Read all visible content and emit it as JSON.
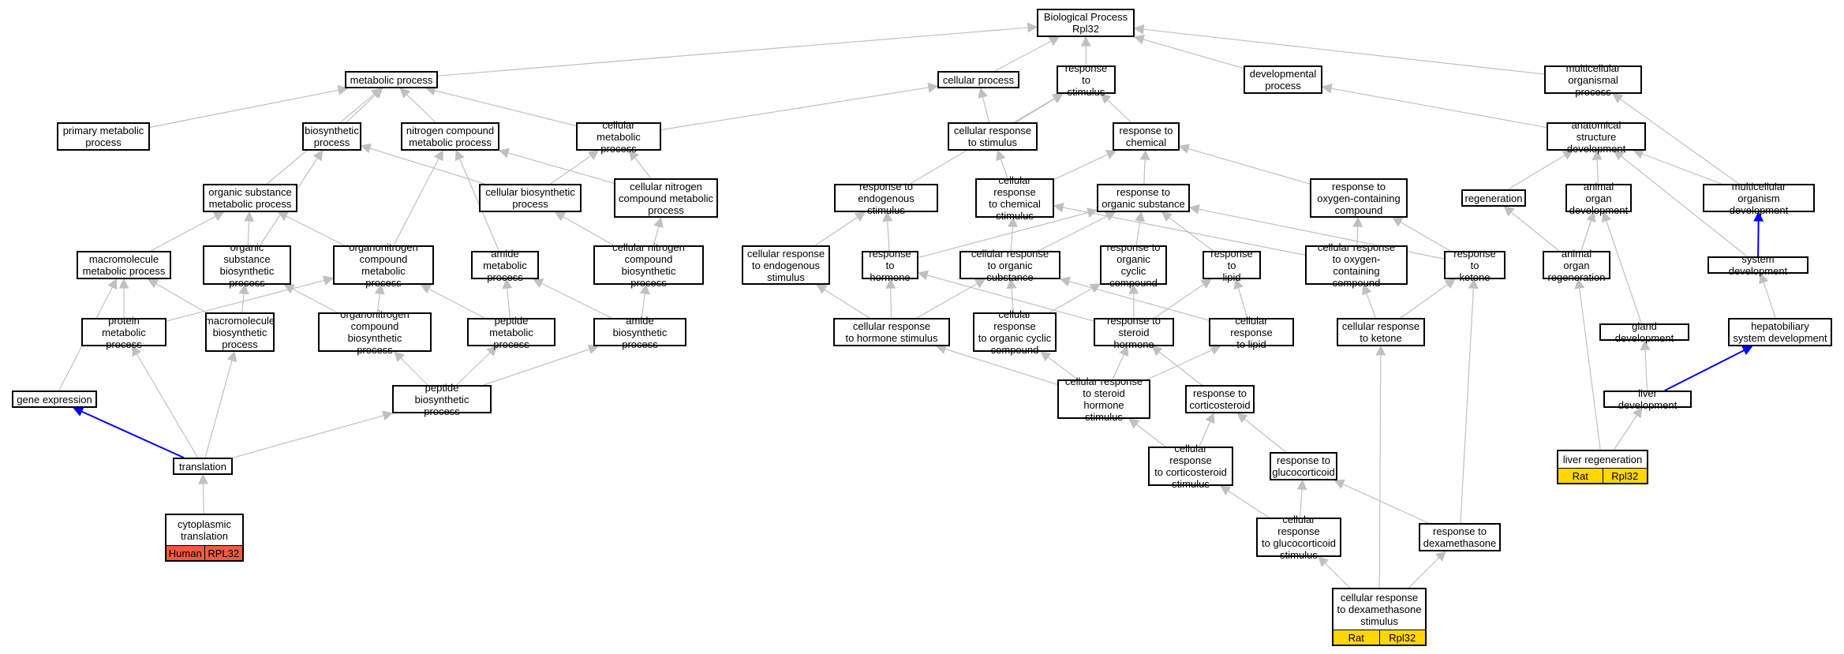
{
  "colors": {
    "edge": "#c0c0c0",
    "highlight_edge": "#0000ff",
    "human": "#f15a40",
    "rat": "#ffd700"
  },
  "nodes": [
    {
      "id": "bp",
      "label": "Biological Process\nRpl32"
    },
    {
      "id": "metabolic",
      "label": "metabolic process"
    },
    {
      "id": "cellproc",
      "label": "cellular process"
    },
    {
      "id": "respstim",
      "label": "response to\nstimulus"
    },
    {
      "id": "devproc",
      "label": "developmental\nprocess"
    },
    {
      "id": "multiorg",
      "label": "multicellular\norganismal process"
    },
    {
      "id": "primmet",
      "label": "primary metabolic\nprocess"
    },
    {
      "id": "biosyn",
      "label": "biosynthetic\nprocess"
    },
    {
      "id": "ncmet",
      "label": "nitrogen compound\nmetabolic process"
    },
    {
      "id": "cellmet",
      "label": "cellular metabolic\nprocess"
    },
    {
      "id": "crstim",
      "label": "cellular response\nto stimulus"
    },
    {
      "id": "rchem",
      "label": "response to\nchemical"
    },
    {
      "id": "asdev",
      "label": "anatomical structure\ndevelopment"
    },
    {
      "id": "osmet",
      "label": "organic substance\nmetabolic process"
    },
    {
      "id": "cbiosyn",
      "label": "cellular biosynthetic\nprocess"
    },
    {
      "id": "cncmet",
      "label": "cellular nitrogen\ncompound metabolic\nprocess"
    },
    {
      "id": "rendo",
      "label": "response to\nendogenous stimulus"
    },
    {
      "id": "crchem",
      "label": "cellular response\nto chemical\nstimulus"
    },
    {
      "id": "rorg",
      "label": "response to\norganic substance"
    },
    {
      "id": "roxy",
      "label": "response to\noxygen-containing\ncompound"
    },
    {
      "id": "regen",
      "label": "regeneration"
    },
    {
      "id": "aodev",
      "label": "animal organ\ndevelopment"
    },
    {
      "id": "mcodev",
      "label": "multicellular\norganism development"
    },
    {
      "id": "macromet",
      "label": "macromolecule\nmetabolic process"
    },
    {
      "id": "osbiosyn",
      "label": "organic substance\nbiosynthetic\nprocess"
    },
    {
      "id": "onmet",
      "label": "organonitrogen\ncompound metabolic\nprocess"
    },
    {
      "id": "amidemet",
      "label": "amide metabolic\nprocess"
    },
    {
      "id": "cncbio",
      "label": "cellular nitrogen\ncompound biosynthetic\nprocess"
    },
    {
      "id": "crendo",
      "label": "cellular response\nto endogenous\nstimulus"
    },
    {
      "id": "rhorm",
      "label": "response to\nhormone"
    },
    {
      "id": "crorg",
      "label": "cellular response\nto organic substance"
    },
    {
      "id": "rocc",
      "label": "response to\norganic cyclic\ncompound"
    },
    {
      "id": "rlipid",
      "label": "response to\nlipid"
    },
    {
      "id": "croxy",
      "label": "cellular response\nto oxygen-containing\ncompound"
    },
    {
      "id": "rketone",
      "label": "response to\nketone"
    },
    {
      "id": "aoregen",
      "label": "animal organ\nregeneration"
    },
    {
      "id": "sysdev",
      "label": "system development"
    },
    {
      "id": "protmet",
      "label": "protein metabolic\nprocess"
    },
    {
      "id": "macrobio",
      "label": "macromolecule\nbiosynthetic\nprocess"
    },
    {
      "id": "onbio",
      "label": "organonitrogen\ncompound biosynthetic\nprocess"
    },
    {
      "id": "pepmet",
      "label": "peptide metabolic\nprocess"
    },
    {
      "id": "amidebio",
      "label": "amide biosynthetic\nprocess"
    },
    {
      "id": "crhorm",
      "label": "cellular response\nto hormone stimulus"
    },
    {
      "id": "crocc",
      "label": "cellular response\nto organic cyclic\ncompound"
    },
    {
      "id": "rster",
      "label": "response to\nsteroid hormone"
    },
    {
      "id": "crlipid",
      "label": "cellular response\nto lipid"
    },
    {
      "id": "crketone",
      "label": "cellular response\nto ketone"
    },
    {
      "id": "glanddev",
      "label": "gland development"
    },
    {
      "id": "hepdev",
      "label": "hepatobiliary\nsystem development"
    },
    {
      "id": "geneexp",
      "label": "gene expression"
    },
    {
      "id": "pepbio",
      "label": "peptide biosynthetic\nprocess"
    },
    {
      "id": "crster",
      "label": "cellular response\nto steroid hormone\nstimulus"
    },
    {
      "id": "rcort",
      "label": "response to\ncorticosteroid"
    },
    {
      "id": "liverdev",
      "label": "liver development"
    },
    {
      "id": "crcort",
      "label": "cellular response\nto corticosteroid\nstimulus"
    },
    {
      "id": "rgluco",
      "label": "response to\nglucocorticoid"
    },
    {
      "id": "liverregen",
      "label": "liver regeneration",
      "tags": [
        {
          "text": "Rat",
          "color": "#ffd700"
        },
        {
          "text": "Rpl32",
          "color": "#ffd700"
        }
      ]
    },
    {
      "id": "transl",
      "label": "translation"
    },
    {
      "id": "crgluco",
      "label": "cellular response\nto glucocorticoid\nstimulus"
    },
    {
      "id": "rdex",
      "label": "response to\ndexamethasone"
    },
    {
      "id": "cyto",
      "label": "cytoplasmic\ntranslation",
      "tags": [
        {
          "text": "Human",
          "color": "#f15a40"
        },
        {
          "text": "RPL32",
          "color": "#f15a40"
        }
      ]
    },
    {
      "id": "crdex",
      "label": "cellular response\nto dexamethasone\nstimulus",
      "tags": [
        {
          "text": "Rat",
          "color": "#ffd700"
        },
        {
          "text": "Rpl32",
          "color": "#ffd700"
        }
      ]
    }
  ],
  "edges": [
    {
      "from": "metabolic",
      "to": "bp"
    },
    {
      "from": "cellproc",
      "to": "bp"
    },
    {
      "from": "respstim",
      "to": "bp"
    },
    {
      "from": "devproc",
      "to": "bp"
    },
    {
      "from": "multiorg",
      "to": "bp"
    },
    {
      "from": "primmet",
      "to": "metabolic"
    },
    {
      "from": "biosyn",
      "to": "metabolic"
    },
    {
      "from": "ncmet",
      "to": "metabolic"
    },
    {
      "from": "cellmet",
      "to": "metabolic"
    },
    {
      "from": "osmet",
      "to": "metabolic"
    },
    {
      "from": "cellmet",
      "to": "cellproc"
    },
    {
      "from": "crstim",
      "to": "cellproc"
    },
    {
      "from": "crstim",
      "to": "respstim"
    },
    {
      "from": "rchem",
      "to": "respstim"
    },
    {
      "from": "rendo",
      "to": "respstim"
    },
    {
      "from": "asdev",
      "to": "devproc"
    },
    {
      "from": "mcodev",
      "to": "multiorg"
    },
    {
      "from": "cbiosyn",
      "to": "biosyn"
    },
    {
      "from": "cbiosyn",
      "to": "cellmet"
    },
    {
      "from": "cncmet",
      "to": "cellmet"
    },
    {
      "from": "cncmet",
      "to": "ncmet"
    },
    {
      "from": "crchem",
      "to": "crstim"
    },
    {
      "from": "crchem",
      "to": "rchem"
    },
    {
      "from": "rorg",
      "to": "rchem"
    },
    {
      "from": "roxy",
      "to": "rchem"
    },
    {
      "from": "regen",
      "to": "asdev"
    },
    {
      "from": "aodev",
      "to": "asdev"
    },
    {
      "from": "mcodev",
      "to": "asdev"
    },
    {
      "from": "sysdev",
      "to": "asdev"
    },
    {
      "from": "macromet",
      "to": "osmet"
    },
    {
      "from": "osbiosyn",
      "to": "osmet"
    },
    {
      "from": "onmet",
      "to": "osmet"
    },
    {
      "from": "osbiosyn",
      "to": "biosyn"
    },
    {
      "from": "onmet",
      "to": "ncmet"
    },
    {
      "from": "amidemet",
      "to": "ncmet"
    },
    {
      "from": "cncbio",
      "to": "cbiosyn"
    },
    {
      "from": "cncbio",
      "to": "cncmet"
    },
    {
      "from": "crendo",
      "to": "rendo"
    },
    {
      "from": "rhorm",
      "to": "rendo"
    },
    {
      "from": "rhorm",
      "to": "rorg"
    },
    {
      "from": "crorg",
      "to": "rorg"
    },
    {
      "from": "crorg",
      "to": "crchem"
    },
    {
      "from": "rocc",
      "to": "rorg"
    },
    {
      "from": "rlipid",
      "to": "rorg"
    },
    {
      "from": "croxy",
      "to": "crchem"
    },
    {
      "from": "croxy",
      "to": "roxy"
    },
    {
      "from": "rketone",
      "to": "roxy"
    },
    {
      "from": "rketone",
      "to": "rorg"
    },
    {
      "from": "aoregen",
      "to": "regen"
    },
    {
      "from": "aoregen",
      "to": "aodev"
    },
    {
      "from": "protmet",
      "to": "macromet"
    },
    {
      "from": "macrobio",
      "to": "macromet"
    },
    {
      "from": "macrobio",
      "to": "osbiosyn"
    },
    {
      "from": "onbio",
      "to": "onmet"
    },
    {
      "from": "onbio",
      "to": "osbiosyn"
    },
    {
      "from": "pepmet",
      "to": "amidemet"
    },
    {
      "from": "pepmet",
      "to": "onmet"
    },
    {
      "from": "amidebio",
      "to": "amidemet"
    },
    {
      "from": "amidebio",
      "to": "cncbio"
    },
    {
      "from": "protmet",
      "to": "onmet"
    },
    {
      "from": "crhorm",
      "to": "rhorm"
    },
    {
      "from": "crhorm",
      "to": "crorg"
    },
    {
      "from": "crhorm",
      "to": "crendo"
    },
    {
      "from": "crocc",
      "to": "crorg"
    },
    {
      "from": "crocc",
      "to": "rocc"
    },
    {
      "from": "rster",
      "to": "rocc"
    },
    {
      "from": "rster",
      "to": "rlipid"
    },
    {
      "from": "rster",
      "to": "rhorm"
    },
    {
      "from": "crlipid",
      "to": "rlipid"
    },
    {
      "from": "crlipid",
      "to": "crorg"
    },
    {
      "from": "crketone",
      "to": "rketone"
    },
    {
      "from": "crketone",
      "to": "croxy"
    },
    {
      "from": "glanddev",
      "to": "aodev"
    },
    {
      "from": "hepdev",
      "to": "sysdev"
    },
    {
      "from": "geneexp",
      "to": "macromet"
    },
    {
      "from": "pepbio",
      "to": "pepmet"
    },
    {
      "from": "pepbio",
      "to": "amidebio"
    },
    {
      "from": "pepbio",
      "to": "onbio"
    },
    {
      "from": "crster",
      "to": "rster"
    },
    {
      "from": "crster",
      "to": "crhorm"
    },
    {
      "from": "crster",
      "to": "crocc"
    },
    {
      "from": "crster",
      "to": "crlipid"
    },
    {
      "from": "rcort",
      "to": "rster"
    },
    {
      "from": "liverdev",
      "to": "glanddev"
    },
    {
      "from": "crcort",
      "to": "rcort"
    },
    {
      "from": "crcort",
      "to": "crster"
    },
    {
      "from": "rgluco",
      "to": "rcort"
    },
    {
      "from": "liverregen",
      "to": "liverdev"
    },
    {
      "from": "liverregen",
      "to": "aoregen"
    },
    {
      "from": "transl",
      "to": "pepbio"
    },
    {
      "from": "transl",
      "to": "protmet"
    },
    {
      "from": "transl",
      "to": "macrobio"
    },
    {
      "from": "crgluco",
      "to": "rgluco"
    },
    {
      "from": "crgluco",
      "to": "crcort"
    },
    {
      "from": "rdex",
      "to": "rgluco"
    },
    {
      "from": "rdex",
      "to": "rketone"
    },
    {
      "from": "cyto",
      "to": "transl"
    },
    {
      "from": "crdex",
      "to": "crgluco"
    },
    {
      "from": "crdex",
      "to": "rdex"
    },
    {
      "from": "crdex",
      "to": "crketone"
    }
  ],
  "highlight_edges": [
    {
      "from": "sysdev",
      "to": "mcodev"
    },
    {
      "from": "liverdev",
      "to": "hepdev"
    },
    {
      "from": "transl",
      "to": "geneexp"
    }
  ]
}
